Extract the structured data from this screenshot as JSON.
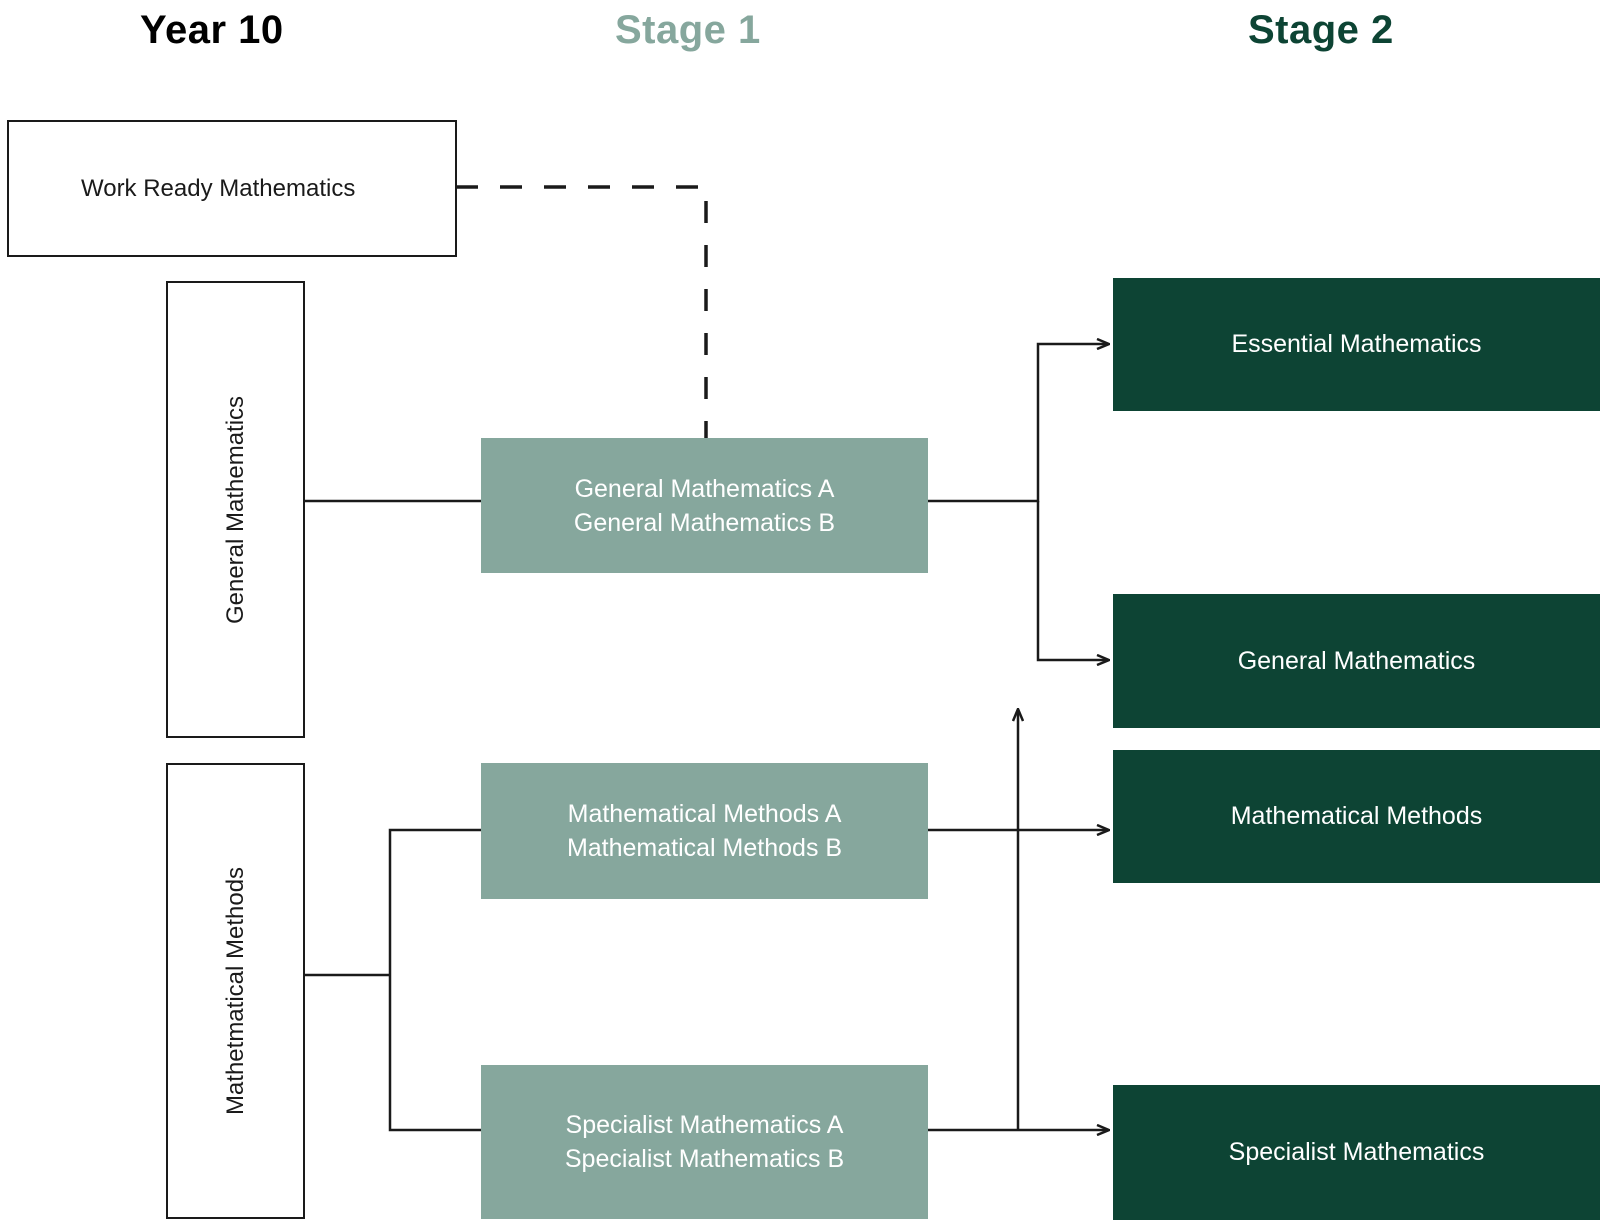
{
  "columns": {
    "year10": {
      "label": "Year 10",
      "color": "#000000"
    },
    "stage1": {
      "label": "Stage 1",
      "color": "#86a79d"
    },
    "stage2": {
      "label": "Stage 2",
      "color": "#0d4434"
    }
  },
  "year10": {
    "work_ready": "Work Ready Mathematics",
    "general": "General Mathematics",
    "methods": "Mathetmatical Methods"
  },
  "stage1": {
    "general_a": "General Mathematics A",
    "general_b": "General Mathematics B",
    "methods_a": "Mathematical Methods A",
    "methods_b": "Mathematical Methods B",
    "specialist_a": "Specialist Mathematics A",
    "specialist_b": "Specialist Mathematics B"
  },
  "stage2": {
    "essential": "Essential Mathematics",
    "general": "General Mathematics",
    "methods": "Mathematical Methods",
    "specialist": "Specialist Mathematics"
  },
  "colors": {
    "stage1_fill": "#86a79d",
    "stage2_fill": "#0d4434",
    "outline": "#1a1a1a",
    "connector": "#1a1a1a",
    "background": "#ffffff"
  },
  "connectors": [
    {
      "name": "work-ready-to-general-stage1",
      "style": "dashed",
      "arrow": false
    },
    {
      "name": "year10-general-to-stage1-general",
      "style": "solid",
      "arrow": false
    },
    {
      "name": "stage1-general-to-essential",
      "style": "solid",
      "arrow": true
    },
    {
      "name": "stage1-general-to-general",
      "style": "solid",
      "arrow": true
    },
    {
      "name": "year10-methods-to-stage1-methods",
      "style": "solid",
      "arrow": false
    },
    {
      "name": "year10-methods-to-stage1-specialist",
      "style": "solid",
      "arrow": false
    },
    {
      "name": "stage1-methods-to-methods",
      "style": "solid",
      "arrow": true
    },
    {
      "name": "stage1-specialist-to-specialist",
      "style": "solid",
      "arrow": true
    },
    {
      "name": "stage1-specialist-to-general",
      "style": "solid",
      "arrow": true
    }
  ]
}
